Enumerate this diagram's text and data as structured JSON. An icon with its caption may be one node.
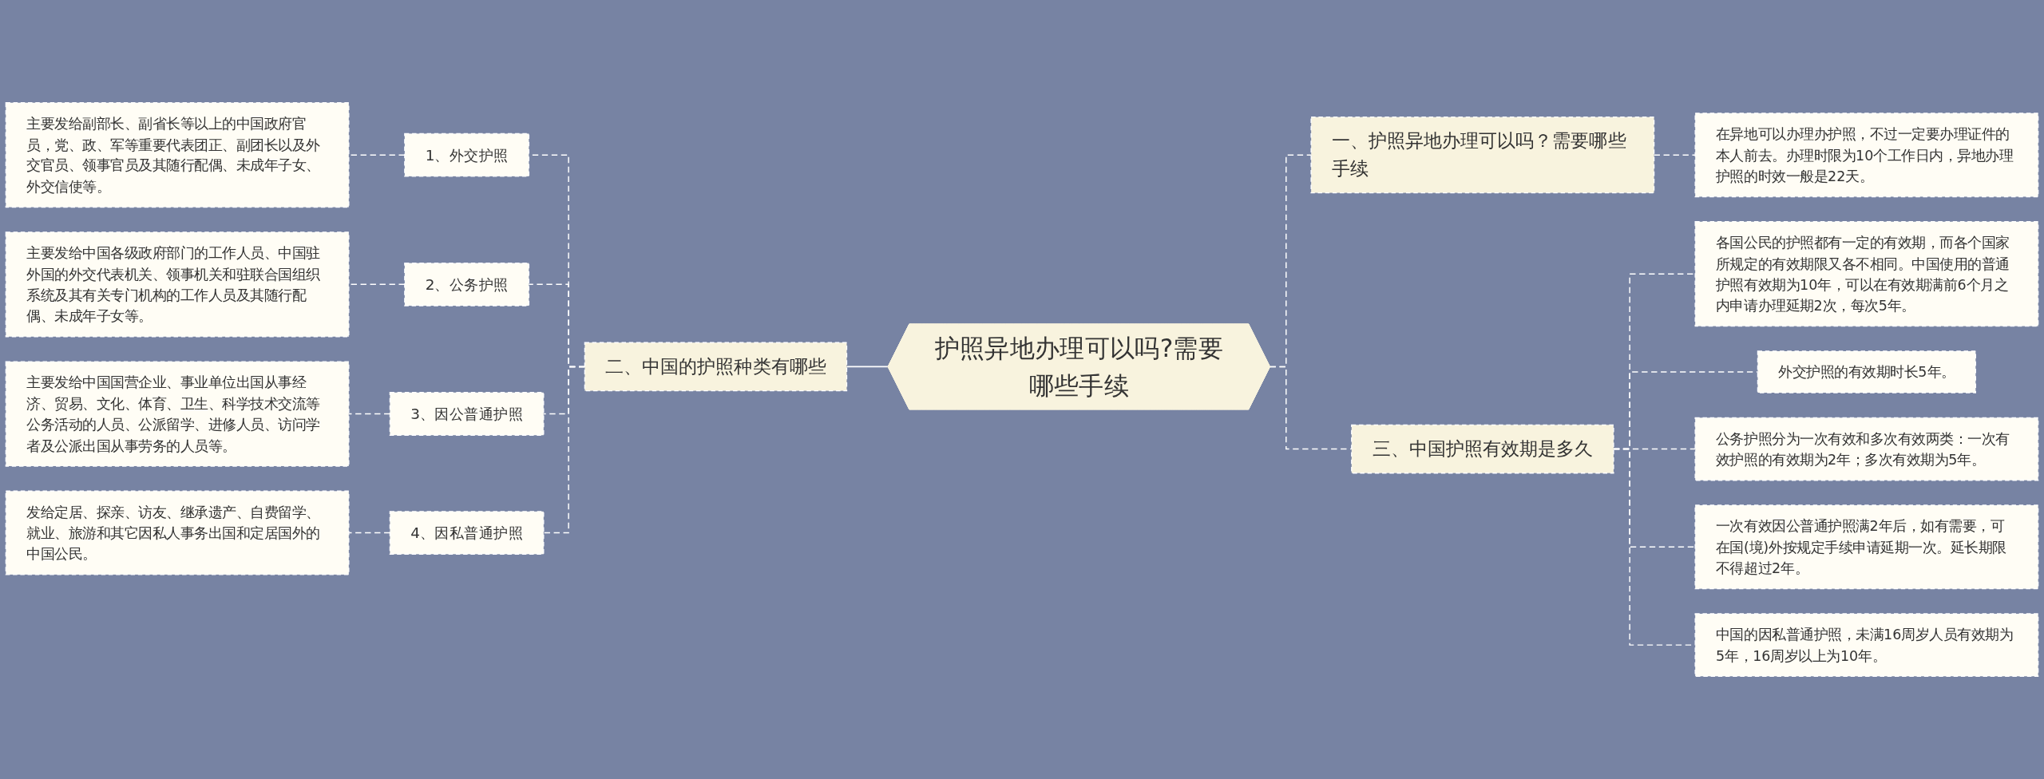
{
  "diagram": {
    "nodes": [
      {
        "text": [
          "护照异地办理可以吗?需要哪些手续"
        ]
      },
      {
        "text": [
          "二、中国的护照种类有哪些"
        ]
      },
      {
        "text": [
          "1、外交护照"
        ]
      },
      {
        "text": [
          "主要发给副部长、副省长等以上的中国政府官员，党、政、军等重要代表团正、副团长以及外交官员、领事官员及其随行配偶、未成年子女、外交信使等。"
        ]
      },
      {
        "text": [
          "2、公务护照"
        ]
      },
      {
        "text": [
          "主要发给中国各级政府部门的工作人员、中国驻外国的外交代表机关、领事机关和驻联合国组织系统及其有关专门机构的工作人员及其随行配偶、未成年子女等。"
        ]
      },
      {
        "text": [
          "3、因公普通护照"
        ]
      },
      {
        "text": [
          "主要发给中国国营企业、事业单位出国从事经济、贸易、文化、体育、卫生、科学技术交流等公务活动的人员、公派留学、进修人员、访问学者及公派出国从事劳务的人员等。"
        ]
      },
      {
        "text": [
          "4、因私普通护照"
        ]
      },
      {
        "text": [
          "发给定居、探亲、访友、继承遗产、自费留学、就业、旅游和其它因私人事务出国和定居国外的中国公民。"
        ]
      },
      {
        "text": [
          "一、护照异地办理可以吗？需要哪些手续"
        ]
      },
      {
        "text": [
          "在异地可以办理办护照，不过一定要办理证件的本人前去。办理时限为10个工作日内，异地办理护照的时效一般是22天。"
        ]
      },
      {
        "text": [
          "三、中国护照有效期是多久"
        ]
      },
      {
        "text": [
          "各国公民的护照都有一定的有效期，而各个国家所规定的有效期限又各不相同。中国使用的普通护照有效期为10年，可以在有效期满前6个月之内申请办理延期2次，每次5年。"
        ]
      },
      {
        "text": [
          "外交护照的有效期时长5年。"
        ]
      },
      {
        "text": [
          "公务护照分为一次有效和多次有效两类：一次有效护照的有效期为2年；多次有效期为5年。"
        ]
      },
      {
        "text": [
          "一次有效因公普通护照满2年后，如有需要，可在国(境)外按规定手续申请延期一次。延长期限不得超过2年。"
        ]
      },
      {
        "text": [
          "中国的因私普通护照，未满16周岁人员有效期为5年，16周岁以上为10年。"
        ]
      }
    ],
    "edges": [
      {
        "from": 0,
        "to": 1,
        "arrow": "none"
      },
      {
        "from": 1,
        "to": 2,
        "arrow": "none",
        "style": "dashed"
      },
      {
        "from": 2,
        "to": 3,
        "arrow": "none",
        "style": "dashed"
      },
      {
        "from": 1,
        "to": 4,
        "arrow": "none",
        "style": "dashed"
      },
      {
        "from": 4,
        "to": 5,
        "arrow": "none",
        "style": "dashed"
      },
      {
        "from": 1,
        "to": 6,
        "arrow": "none",
        "style": "dashed"
      },
      {
        "from": 6,
        "to": 7,
        "arrow": "none",
        "style": "dashed"
      },
      {
        "from": 1,
        "to": 8,
        "arrow": "none",
        "style": "dashed"
      },
      {
        "from": 8,
        "to": 9,
        "arrow": "none",
        "style": "dashed"
      },
      {
        "from": 0,
        "to": 10,
        "arrow": "none",
        "style": "dashed"
      },
      {
        "from": 10,
        "to": 11,
        "arrow": "none",
        "style": "dashed"
      },
      {
        "from": 0,
        "to": 12,
        "arrow": "none",
        "style": "dashed"
      },
      {
        "from": 12,
        "to": 13,
        "arrow": "none",
        "style": "dashed"
      },
      {
        "from": 12,
        "to": 14,
        "arrow": "none",
        "style": "dashed"
      },
      {
        "from": 12,
        "to": 15,
        "arrow": "none",
        "style": "dashed"
      },
      {
        "from": 12,
        "to": 16,
        "arrow": "none",
        "style": "dashed"
      },
      {
        "from": 12,
        "to": 17,
        "arrow": "none",
        "style": "dashed"
      }
    ]
  }
}
